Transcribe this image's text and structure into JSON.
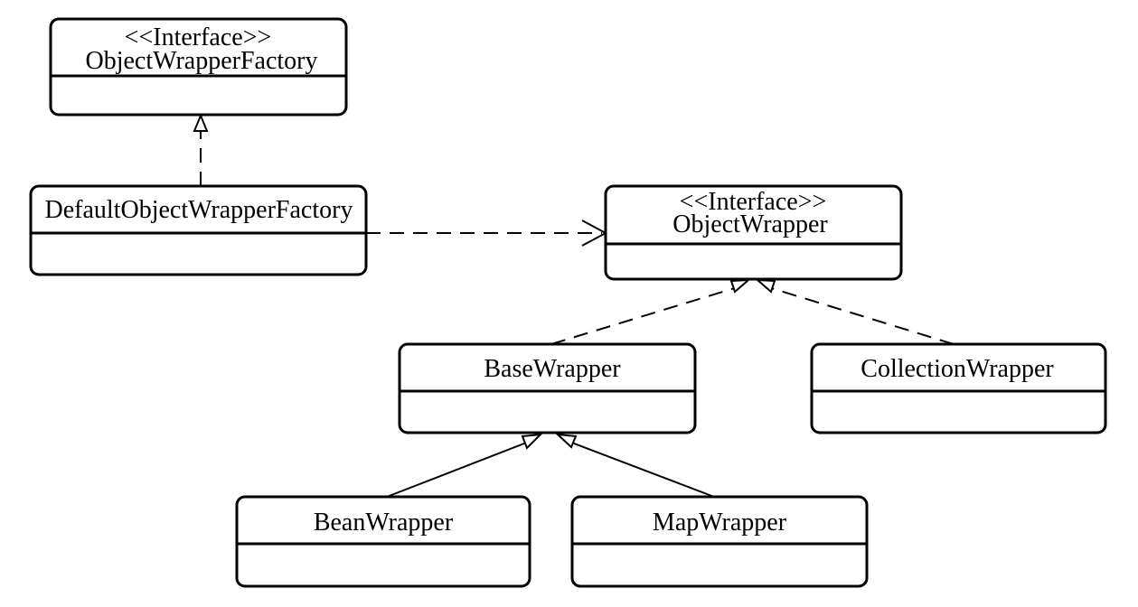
{
  "diagram": {
    "type": "uml-class-diagram",
    "classes": [
      {
        "id": "object-wrapper-factory",
        "stereotype": "<<Interface>>",
        "name": "ObjectWrapperFactory"
      },
      {
        "id": "default-object-wrapper-factory",
        "stereotype": "",
        "name": "DefaultObjectWrapperFactory"
      },
      {
        "id": "object-wrapper",
        "stereotype": "<<Interface>>",
        "name": "ObjectWrapper"
      },
      {
        "id": "base-wrapper",
        "stereotype": "",
        "name": "BaseWrapper"
      },
      {
        "id": "collection-wrapper",
        "stereotype": "",
        "name": "CollectionWrapper"
      },
      {
        "id": "bean-wrapper",
        "stereotype": "",
        "name": "BeanWrapper"
      },
      {
        "id": "map-wrapper",
        "stereotype": "",
        "name": "MapWrapper"
      }
    ],
    "relations": [
      {
        "from": "default-object-wrapper-factory",
        "to": "object-wrapper-factory",
        "kind": "realization"
      },
      {
        "from": "default-object-wrapper-factory",
        "to": "object-wrapper",
        "kind": "dependency"
      },
      {
        "from": "base-wrapper",
        "to": "object-wrapper",
        "kind": "realization"
      },
      {
        "from": "collection-wrapper",
        "to": "object-wrapper",
        "kind": "realization"
      },
      {
        "from": "bean-wrapper",
        "to": "base-wrapper",
        "kind": "generalization"
      },
      {
        "from": "map-wrapper",
        "to": "base-wrapper",
        "kind": "generalization"
      }
    ]
  }
}
